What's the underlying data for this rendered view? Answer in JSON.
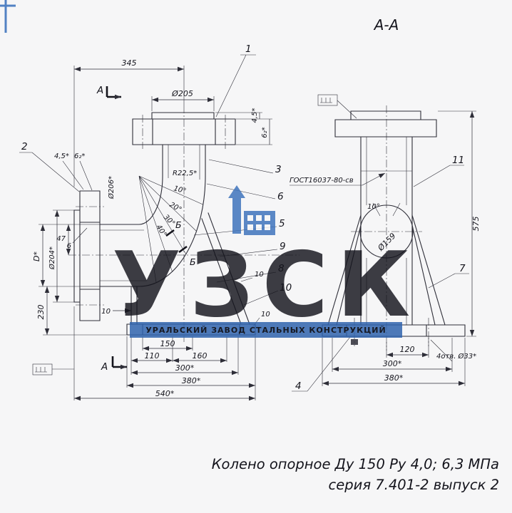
{
  "colors": {
    "line": "#2e2e38",
    "watermark_blue": "#4a80c4",
    "band_blue": "#2f63ad",
    "paper": "#f6f6f7"
  },
  "caption": {
    "line1": "Колено опорное Ду 150 Ру 4,0; 6,3 МПа",
    "line2": "серия 7.401-2 выпуск 2"
  },
  "section_view_label": "А-А",
  "watermark": {
    "brand": "УЗСК",
    "subtitle": "УРАЛЬСКИЙ ЗАВОД СТАЛЬНЫХ КОНСТРУКЦИЙ"
  },
  "left_view": {
    "section_letter": "А",
    "detail_letter": "Б",
    "dims": {
      "top_width": "345",
      "flange_dia": "Ø205",
      "weld_top_a": "4,5*",
      "weld_top_b": "6₂*",
      "weld_left_a": "4,5*",
      "weld_left_b": "6₂*",
      "elbow_dia": "Ø206*",
      "radius": "R22,5*",
      "dia_d": "D*",
      "dia_204": "Ø204*",
      "d47": "47",
      "d6": "6",
      "height_230": "230",
      "t10_left": "10",
      "t10_slope": "10",
      "t10_base": "10",
      "b110": "110",
      "b150": "150",
      "b160": "160",
      "b300": "300*",
      "b380": "380*",
      "b540": "540*"
    },
    "angles": [
      "10°",
      "20°",
      "30°",
      "40°"
    ],
    "callouts": {
      "n1": "1",
      "n2": "2",
      "n3": "3",
      "n5": "5",
      "n6": "6",
      "n8": "8",
      "n9": "9",
      "n10": "10"
    }
  },
  "right_view": {
    "weld_note": "ГОСТ16037-80-св",
    "dims": {
      "height_575": "575",
      "b120": "120",
      "b300": "300*",
      "b380": "380*",
      "holes": "4отв. Ø33*",
      "pipe_dia": "Ø159",
      "angle": "10°"
    },
    "callouts": {
      "n4": "4",
      "n7": "7",
      "n11": "11"
    }
  }
}
